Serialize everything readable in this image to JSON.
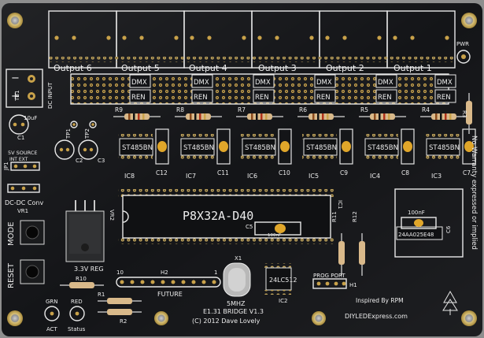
{
  "board": {
    "outputs": [
      "Output 6",
      "Output 5",
      "Output 4",
      "Output 3",
      "Output 2",
      "Output 1"
    ],
    "dmx_label": "DMX",
    "ren_label": "REN",
    "chips": [
      {
        "part": "ST485BN",
        "ref": "IC8",
        "cap": "C12"
      },
      {
        "part": "ST485BN",
        "ref": "IC7",
        "cap": "C11"
      },
      {
        "part": "ST485BN",
        "ref": "IC6",
        "cap": "C10"
      },
      {
        "part": "ST485BN",
        "ref": "IC5",
        "cap": "C9"
      },
      {
        "part": "ST485BN",
        "ref": "IC4",
        "cap": "C8"
      },
      {
        "part": "ST485BN",
        "ref": "IC3",
        "cap": "C7"
      }
    ],
    "resistors": [
      "R9",
      "R8",
      "R7",
      "R6",
      "R5",
      "R4"
    ],
    "mcu_label": "P8X32A-D40",
    "mcu_ref": "IC1",
    "eeprom_part": "24LC512",
    "eeprom_ref": "IC2",
    "eeprom2_part": "24AA025E48",
    "crystal_ref": "X1",
    "crystal_freq": "5MHZ",
    "cap_100nf": "100nF",
    "cap_10uf": "10uF",
    "tb1": "TB1",
    "dc_input": "DC INPUT",
    "dc_conv": "DC-DC Conv",
    "vr1": "VR1",
    "vr2": "VR2",
    "reg": "3.3V REG",
    "source": "5V SOURCE",
    "int_ext": "INT   EXT",
    "jp1": "JP1",
    "mode": "MODE",
    "reset": "RESET",
    "r10": "R10",
    "r1": "R1",
    "r2": "R2",
    "r3": "R3",
    "r11": "R11",
    "r12": "R12",
    "h2": "H2",
    "h2_start": "10",
    "h2_end": "1",
    "future": "FUTURE",
    "prog_port": "PROG PORT",
    "h1": "H1",
    "led_grn": "GRN",
    "led_act": "ACT",
    "led_red": "RED",
    "led_status": "Status",
    "pwr": "PWR",
    "c1": "C1",
    "c2": "C2",
    "c3": "C3",
    "c5": "C5",
    "c6": "C6",
    "tp1": "TP1",
    "tp2": "TP2",
    "title": "E1.31 BRIDGE V1.3",
    "copyright": "(C) 2012 Dave Lovely",
    "inspired": "Inspired By RPM",
    "website": "DIYLEDExpress.com",
    "warranty": "No Warranty expressed or implied"
  },
  "colors": {
    "pcb": "#141518",
    "silkscreen": "#ececec",
    "gold": "#c9a24a",
    "header_black": "#1d1d1f",
    "ic_body": "#101113",
    "cap_yellow": "#e0a62a"
  }
}
